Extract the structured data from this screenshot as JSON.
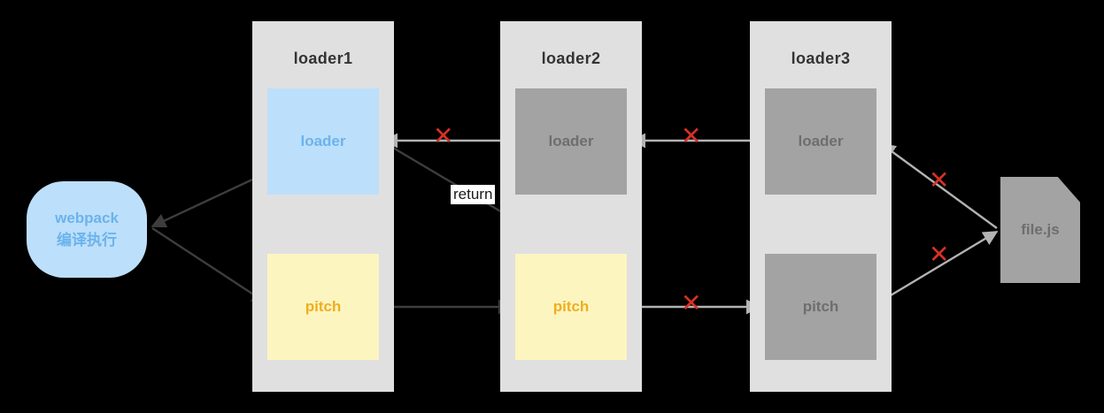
{
  "diagram": {
    "title": "webpack loader pitch execution flow",
    "colors": {
      "active_loader_fill": "#bcdffb",
      "active_loader_text": "#6cb3ec",
      "active_pitch_fill": "#fdf5c0",
      "active_pitch_text": "#f0ae1f",
      "disabled_fill": "#a3a3a3",
      "disabled_text": "#6e6e6e",
      "column_fill": "#e0e0e0",
      "active_arrow": "#3d3d3d",
      "disabled_arrow": "#b3b3b3",
      "blocked_marker": "#d93025",
      "background": "#000000"
    },
    "entry_node": {
      "label_line1": "webpack",
      "label_line2": "编译执行",
      "shape": "rounded-rectangle"
    },
    "columns": [
      {
        "id": "loader1",
        "title": "loader1",
        "loader_cell": {
          "label": "loader",
          "state": "active"
        },
        "pitch_cell": {
          "label": "pitch",
          "state": "active"
        }
      },
      {
        "id": "loader2",
        "title": "loader2",
        "loader_cell": {
          "label": "loader",
          "state": "disabled"
        },
        "pitch_cell": {
          "label": "pitch",
          "state": "active"
        }
      },
      {
        "id": "loader3",
        "title": "loader3",
        "loader_cell": {
          "label": "loader",
          "state": "disabled"
        },
        "pitch_cell": {
          "label": "pitch",
          "state": "disabled"
        }
      }
    ],
    "file_node": {
      "label": "file.js",
      "shape": "document-with-folded-corner"
    },
    "edge_labels": {
      "return": "return"
    },
    "blocked_markers": [
      {
        "id": "x-loader2-to-loader1",
        "glyph": "✕"
      },
      {
        "id": "x-loader3-to-loader2",
        "glyph": "✕"
      },
      {
        "id": "x-pitch2-to-pitch3",
        "glyph": "✕"
      },
      {
        "id": "x-file-to-loader3",
        "glyph": "✕"
      },
      {
        "id": "x-pitch3-to-file",
        "glyph": "✕"
      }
    ],
    "edges": [
      {
        "id": "loader1-to-webpack",
        "from": "loader1.loader",
        "to": "webpack",
        "state": "active"
      },
      {
        "id": "webpack-to-pitch1",
        "from": "webpack",
        "to": "loader1.pitch",
        "state": "active"
      },
      {
        "id": "pitch1-to-pitch2",
        "from": "loader1.pitch",
        "to": "loader2.pitch",
        "state": "active"
      },
      {
        "id": "pitch2-to-loader1",
        "from": "loader2.pitch",
        "to": "loader1.loader",
        "state": "active",
        "label": "return"
      },
      {
        "id": "loader2-to-loader1",
        "from": "loader2.loader",
        "to": "loader1.loader",
        "state": "blocked"
      },
      {
        "id": "loader3-to-loader2",
        "from": "loader3.loader",
        "to": "loader2.loader",
        "state": "blocked"
      },
      {
        "id": "pitch2-to-pitch3",
        "from": "loader2.pitch",
        "to": "loader3.pitch",
        "state": "blocked"
      },
      {
        "id": "file-to-loader3",
        "from": "file.js",
        "to": "loader3.loader",
        "state": "blocked"
      },
      {
        "id": "pitch3-to-file",
        "from": "loader3.pitch",
        "to": "file.js",
        "state": "blocked"
      }
    ]
  }
}
